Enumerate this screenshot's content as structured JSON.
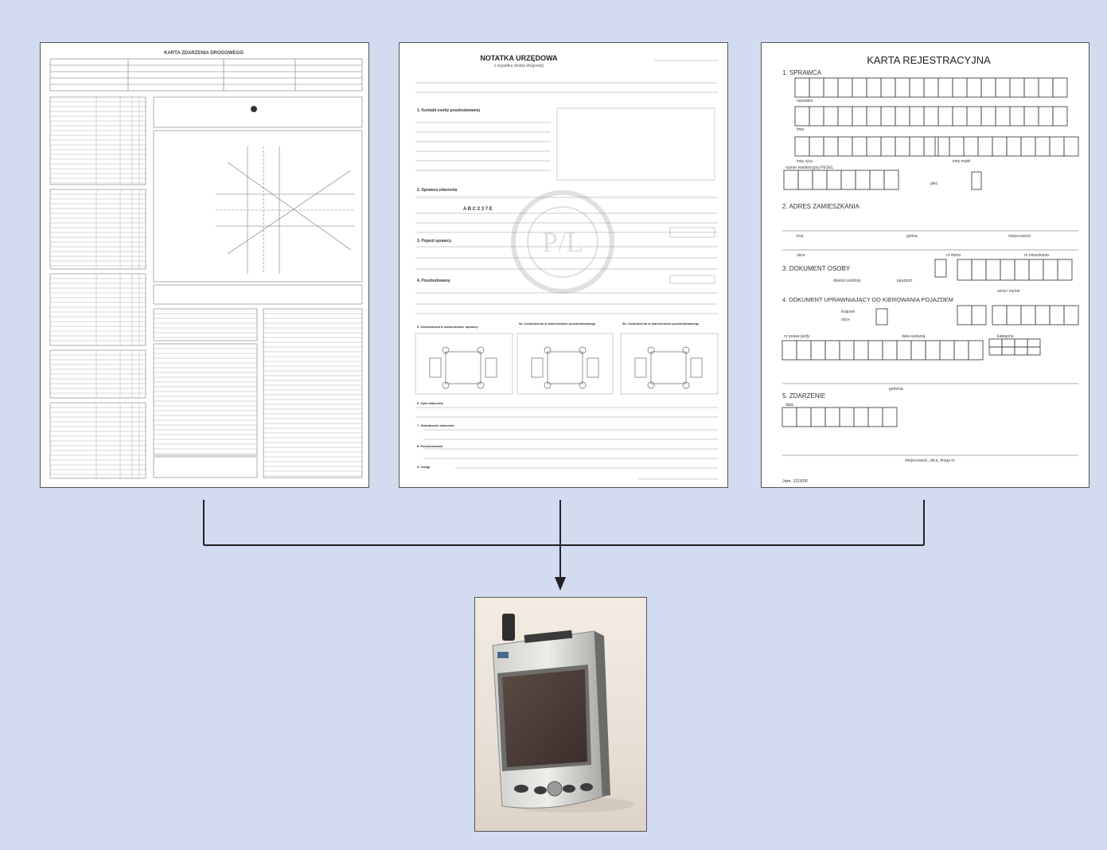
{
  "documents": {
    "doc1": {
      "title": "KARTA ZDARZENIA DROGOWEGO"
    },
    "doc2": {
      "title": "NOTATKA URZĘDOWA",
      "subtitle": "z wypadku (kolizji drogowej)",
      "sections": {
        "s1": "1. Kontakt osoby poszkodowanej",
        "s2": "2. Sprawca zdarzenia",
        "s3": "3. Pojazd sprawcy",
        "s4": "4. Poszkodowany",
        "s5": "5. Uszkodzenia w samochodzie sprawcy",
        "s5b": "5a. Uszkodzenia w samochodzie poszkodowanego",
        "s5c": "5b. Uszkodzenia w samochodzie poszkodowanego",
        "s6": "6. Opis zdarzenia",
        "s7": "7. Świadkowie zdarzenia",
        "s8": "8. Poszkodowani",
        "s9": "9. Uwagi"
      },
      "plate_sample": "A B C 2 3 7 E"
    },
    "doc3": {
      "title": "KARTA REJESTRACYJNA",
      "sections": {
        "s1": "1. SPRAWCA",
        "s2": "2. ADRES ZAMIESZKANIA",
        "s3": "3. DOKUMENT OSOBY",
        "s4": "4. DOKUMENT UPRAWNIAJĄCY DO KIEROWANIA POJAZDEM",
        "s5": "5. ZDARZENIE"
      },
      "labels": {
        "nazwisko": "nazwisko",
        "imie": "imię",
        "imie_ojca": "imię ojca",
        "imie_matki": "imię matki",
        "pesel": "numer ewidencyjny PESEL",
        "plec": "płeć",
        "kraj": "kraj",
        "gmina": "gmina",
        "miejscowosc": "miejscowość",
        "ulica": "ulica",
        "nr_domu": "nr domu",
        "nr_mieszkania": "nr mieszkania",
        "dowod": "dowód osobisty",
        "paszport": "paszport",
        "seria_numer": "seria i numer",
        "krajowe": "krajowe",
        "obce": "obce",
        "nr_prawa_jazdy": "nr prawa jazdy",
        "data_wydania": "data wydania",
        "kategoria": "kategoria",
        "data": "data",
        "godzina": "godzina",
        "miejscowosc_ulica": "miejscowość, ulica, droga nr",
        "footer": "Jam. 12/3/06"
      }
    }
  }
}
